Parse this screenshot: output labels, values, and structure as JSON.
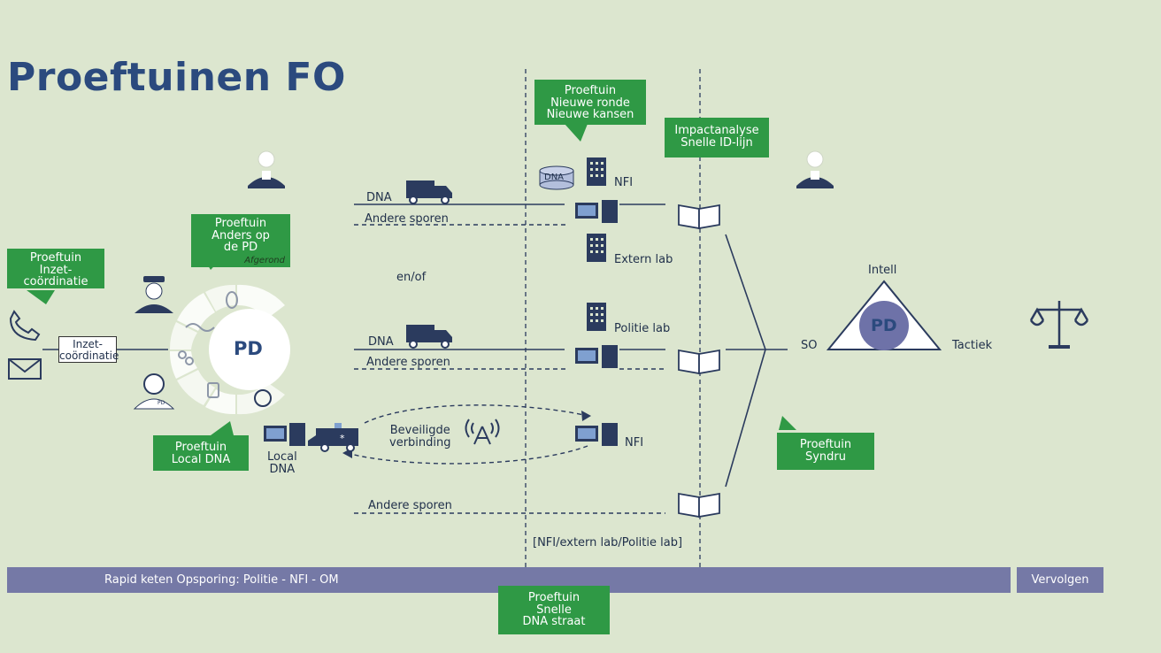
{
  "title": "Proeftuinen FO",
  "boxes": {
    "inzet": {
      "line1": "Proeftuin",
      "line2": "Inzet-",
      "line3": "coördinatie"
    },
    "anders": {
      "line1": "Proeftuin",
      "line2": "Anders op",
      "line3": "de PD",
      "note": "Afgerond"
    },
    "local": {
      "line1": "Proeftuin",
      "line2": "Local DNA"
    },
    "nieuwe": {
      "line1": "Proeftuin",
      "line2": "Nieuwe ronde",
      "line3": "Nieuwe kansen"
    },
    "impact": {
      "line1": "Impactanalyse",
      "line2": "Snelle ID-lijn"
    },
    "syndru": {
      "line1": "Proeftuin",
      "line2": "Syndru"
    },
    "snelle": {
      "line1": "Proeftuin",
      "line2": "Snelle",
      "line3": "DNA straat"
    }
  },
  "inzet_coordinatie": {
    "line1": "Inzet-",
    "line2": "coördinatie"
  },
  "pd_circle": "PD",
  "labels": {
    "dna1": "DNA",
    "andere1": "Andere sporen",
    "enof": "en/of",
    "dna2": "DNA",
    "andere2": "Andere sporen",
    "andere3": "Andere sporen",
    "nfi_top": "NFI",
    "dna_db": "DNA",
    "extern": "Extern lab",
    "politie": "Politie lab",
    "nfi_bottom": "NFI",
    "beveiligde1": "Beveiligde",
    "beveiligde2": "verbinding",
    "local1": "Local",
    "local2": "DNA",
    "brackets": "[NFI/extern lab/Politie lab]"
  },
  "triangle": {
    "top": "Intell",
    "left": "SO",
    "right": "Tactiek",
    "center": "PD"
  },
  "footer": {
    "bar": "Rapid keten Opsporing: Politie - NFI - OM",
    "button": "Vervolgen"
  },
  "colors": {
    "green": "#2f9945",
    "navy": "#2b4a7e",
    "bar": "#7579a6",
    "background": "#dce6cf"
  }
}
